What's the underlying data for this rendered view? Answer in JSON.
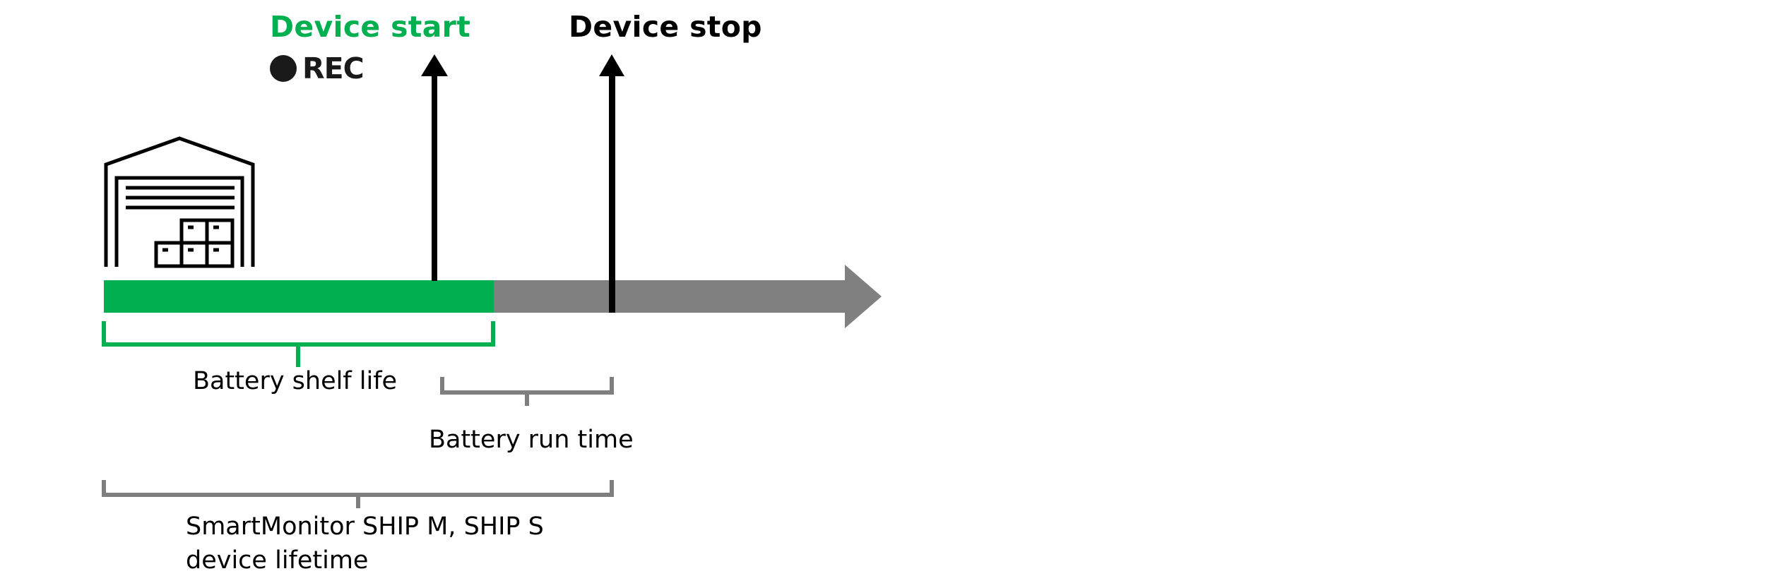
{
  "labels": {
    "device_start": "Device start",
    "device_stop": "Device stop",
    "rec": "REC",
    "battery_shelf_life": "Battery shelf life",
    "battery_run_time": "Battery run time",
    "device_lifetime_line1": "SmartMonitor SHIP M, SHIP S",
    "device_lifetime_line2": "device lifetime"
  },
  "colors": {
    "green": "#00b050",
    "gray_bar": "#808080",
    "gray_bracket": "#7f7f7f",
    "black": "#000000"
  },
  "icons": [
    "warehouse-icon",
    "rec-dot-icon"
  ]
}
